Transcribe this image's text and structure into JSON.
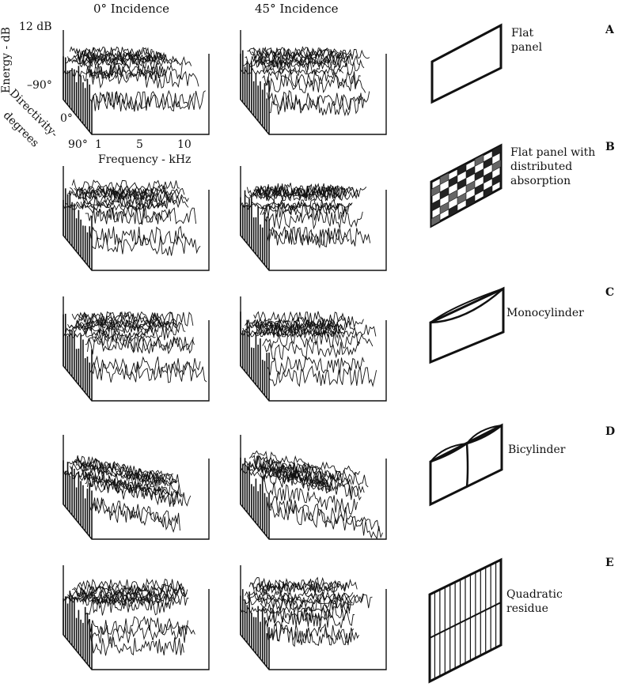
{
  "headers": {
    "col1": "0° Incidence",
    "col2": "45° Incidence"
  },
  "axis_labels": {
    "energy": "Energy - dB",
    "energy_top": "12 dB",
    "directivity": "Directivity-",
    "degrees": "degrees",
    "dir_minus90": "–90°",
    "dir_0": "0°",
    "dir_90": "90°",
    "freq_1": "1",
    "freq_5": "5",
    "freq_10": "10",
    "frequency": "Frequency - kHz"
  },
  "rows": [
    {
      "letter": "A",
      "label_lines": [
        "Flat",
        "panel"
      ]
    },
    {
      "letter": "B",
      "label_lines": [
        "Flat panel with",
        "distributed",
        "absorption"
      ]
    },
    {
      "letter": "C",
      "label_lines": [
        "Monocylinder"
      ]
    },
    {
      "letter": "D",
      "label_lines": [
        "Bicylinder"
      ]
    },
    {
      "letter": "E",
      "label_lines": [
        "Quadratic",
        "residue"
      ]
    }
  ]
}
